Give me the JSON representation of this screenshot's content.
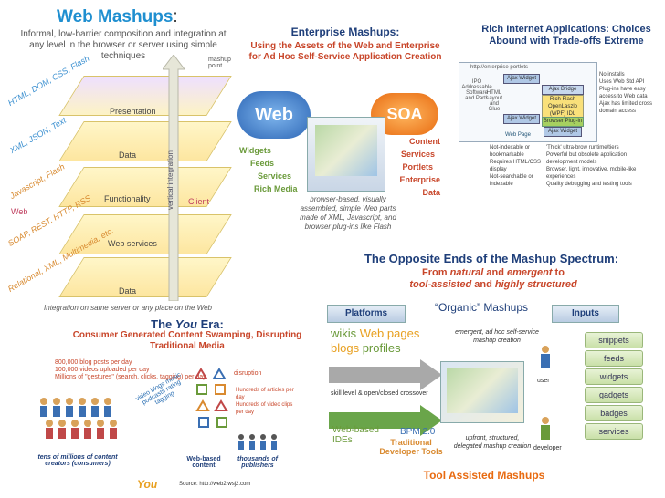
{
  "web_mashups": {
    "title": "Web Mashups",
    "title_suffix": ":",
    "subtitle": "Informal, low-barrier composition and integration at any level in the browser or server using simple techniques",
    "mashup_point": "mashup point",
    "layers": [
      "Presentation",
      "Data",
      "Functionality",
      "Web services",
      "Data"
    ],
    "tilted_labels": [
      "HTML, DOM, CSS, Flash",
      "XML, JSON, Text",
      "Javascript, Flash",
      "SOAP, REST, HTTP, RSS",
      "Relational, XML, Multimedia, etc."
    ],
    "vertical_label": "vertical integration",
    "client": "Client",
    "web": "Web",
    "caption": "Integration on same server or any place on the Web"
  },
  "enterprise": {
    "title": "Enterprise Mashups:",
    "subtitle": "Using the Assets of the Web and Enterprise for Ad Hoc Self-Service Application Creation",
    "web_cloud": "Web",
    "soa_cloud": "SOA",
    "web_items": [
      "Widgets",
      "Feeds",
      "Services",
      "Rich Media"
    ],
    "soa_items": [
      "Content",
      "Services",
      "Portlets",
      "Enterprise Data"
    ],
    "caption": "browser-based, visually assembled, simple Web parts made of XML, Javascript, and browser plug-ins like Flash"
  },
  "ria": {
    "title": "Rich Internet Applications: Choices Abound with Trade-offs Extreme",
    "url": "http://enterprise portlets",
    "boxes": [
      "Ajax Widget",
      "Ajax Bridge",
      "Rich Flash OpenLaszlo (WPF) IDL",
      "Browser Plug-in",
      "Ajax Widget",
      "Ajax Widget",
      "Web Page"
    ],
    "side_labels": [
      "IPO Addressable Software and Parts",
      "HTML Layout and Glue"
    ],
    "right_notes": [
      "No installs",
      "Uses Web Std API",
      "Plug-ins have easy access to Web data",
      "Ajax has limited cross domain access"
    ],
    "bottom_left": [
      "Not-indexable or bookmarkable",
      "Requires HTML/CSS display",
      "Not-searchable or indexable"
    ],
    "bottom_right": [
      "'Thick' ultra-brow runtime/tiers",
      "Powerful but obsolete application development models",
      "Browser, light, innovative, mobile-like experiences",
      "Quality debugging and testing tools"
    ]
  },
  "you_era": {
    "title_prefix": "The ",
    "title_em": "You",
    "title_suffix": " Era:",
    "subtitle": "Consumer Generated Content Swamping, Disrupting Traditional Media",
    "bullets": [
      "800,000 blog posts per day",
      "100,000 videos uploaded per day",
      "Millions of \"gestures\" (search, clicks, tagging) per day"
    ],
    "right_bullets": [
      "Hundreds of articles per day",
      "Hundreds of video clips per day"
    ],
    "disruption": "disruption",
    "tags": "video blogs music podcasts rating tagging",
    "left_caption": "tens of millions of content creators (consumers)",
    "right_caption": "thousands of publishers",
    "web_content": "Web-based content",
    "you": "You",
    "source": "Source: http://web2.wsj2.com"
  },
  "spectrum": {
    "title": "The Opposite Ends of the Mashup Spectrum:",
    "sub1_pre": "From ",
    "sub1_em": "natural",
    "sub1_post": " and ",
    "sub1_em2": "emergent",
    "sub1_end": " to",
    "sub2_em": "tool-assisted",
    "sub2_mid": " and ",
    "sub2_em2": "highly structured",
    "platforms": "Platforms",
    "organic": "“Organic” Mashups",
    "inputs": "Inputs",
    "wikis": "wikis",
    "web_pages": "Web pages",
    "blogs": "blogs",
    "profiles": "profiles",
    "emergent_note": "emergent, ad hoc self-service mashup creation",
    "user": "user",
    "skill": "skill level & open/closed crossover",
    "web_ides": "Web-based IDEs",
    "bpm": "BPM 2.0",
    "traditional": "Traditional Developer Tools",
    "upfront_note": "upfront, structured, delegated mashup creation",
    "developer": "developer",
    "tool_assisted": "Tool Assisted Mashups",
    "input_items": [
      "snippets",
      "feeds",
      "widgets",
      "gadgets",
      "badges",
      "services"
    ]
  },
  "colors": {
    "blue": "#1f8fd0",
    "navy": "#1f3f7a",
    "red": "#c8462a",
    "green": "#6a9a3a",
    "gold": "#e8c45a"
  }
}
